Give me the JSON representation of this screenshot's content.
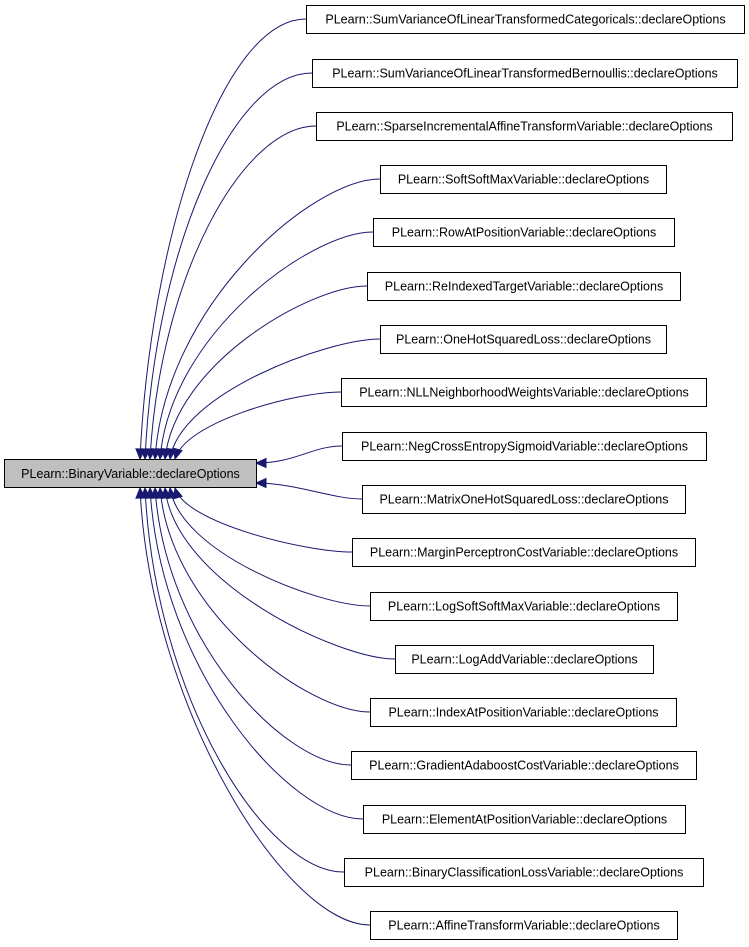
{
  "root": {
    "label": "PLearn::BinaryVariable::declareOptions"
  },
  "children": [
    {
      "label": "PLearn::SumVarianceOfLinearTransformedCategoricals::declareOptions"
    },
    {
      "label": "PLearn::SumVarianceOfLinearTransformedBernoullis::declareOptions"
    },
    {
      "label": "PLearn::SparseIncrementalAffineTransformVariable::declareOptions"
    },
    {
      "label": "PLearn::SoftSoftMaxVariable::declareOptions"
    },
    {
      "label": "PLearn::RowAtPositionVariable::declareOptions"
    },
    {
      "label": "PLearn::ReIndexedTargetVariable::declareOptions"
    },
    {
      "label": "PLearn::OneHotSquaredLoss::declareOptions"
    },
    {
      "label": "PLearn::NLLNeighborhoodWeightsVariable::declareOptions"
    },
    {
      "label": "PLearn::NegCrossEntropySigmoidVariable::declareOptions"
    },
    {
      "label": "PLearn::MatrixOneHotSquaredLoss::declareOptions"
    },
    {
      "label": "PLearn::MarginPerceptronCostVariable::declareOptions"
    },
    {
      "label": "PLearn::LogSoftSoftMaxVariable::declareOptions"
    },
    {
      "label": "PLearn::LogAddVariable::declareOptions"
    },
    {
      "label": "PLearn::IndexAtPositionVariable::declareOptions"
    },
    {
      "label": "PLearn::GradientAdaboostCostVariable::declareOptions"
    },
    {
      "label": "PLearn::ElementAtPositionVariable::declareOptions"
    },
    {
      "label": "PLearn::BinaryClassificationLossVariable::declareOptions"
    },
    {
      "label": "PLearn::AffineTransformVariable::declareOptions"
    }
  ],
  "colors": {
    "edge": "#191970",
    "root_fill": "#bfbfbf",
    "node_fill": "#ffffff",
    "border": "#000000"
  }
}
